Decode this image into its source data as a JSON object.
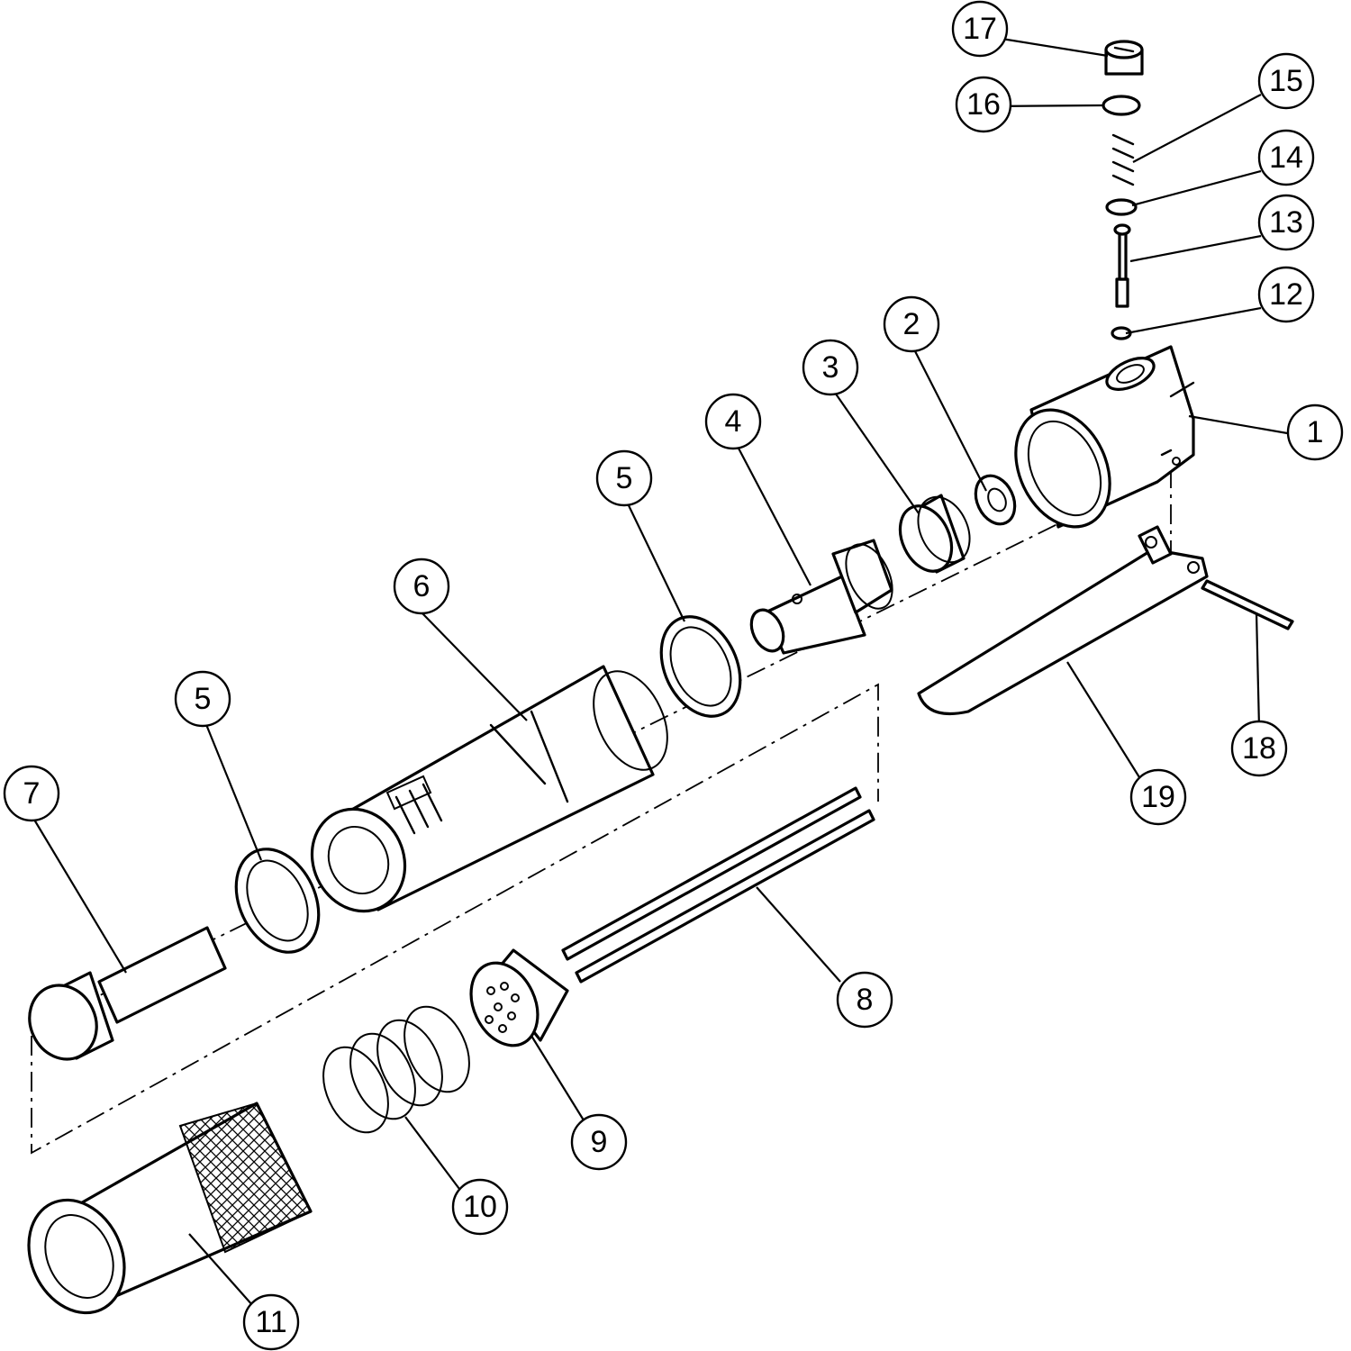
{
  "diagram": {
    "callouts": [
      {
        "label": "1"
      },
      {
        "label": "2"
      },
      {
        "label": "3"
      },
      {
        "label": "4"
      },
      {
        "label": "5"
      },
      {
        "label": "5"
      },
      {
        "label": "6"
      },
      {
        "label": "7"
      },
      {
        "label": "8"
      },
      {
        "label": "9"
      },
      {
        "label": "10"
      },
      {
        "label": "11"
      },
      {
        "label": "12"
      },
      {
        "label": "13"
      },
      {
        "label": "14"
      },
      {
        "label": "15"
      },
      {
        "label": "16"
      },
      {
        "label": "17"
      },
      {
        "label": "18"
      },
      {
        "label": "19"
      }
    ],
    "colors": {
      "line": "#000000",
      "background": "#ffffff"
    }
  }
}
